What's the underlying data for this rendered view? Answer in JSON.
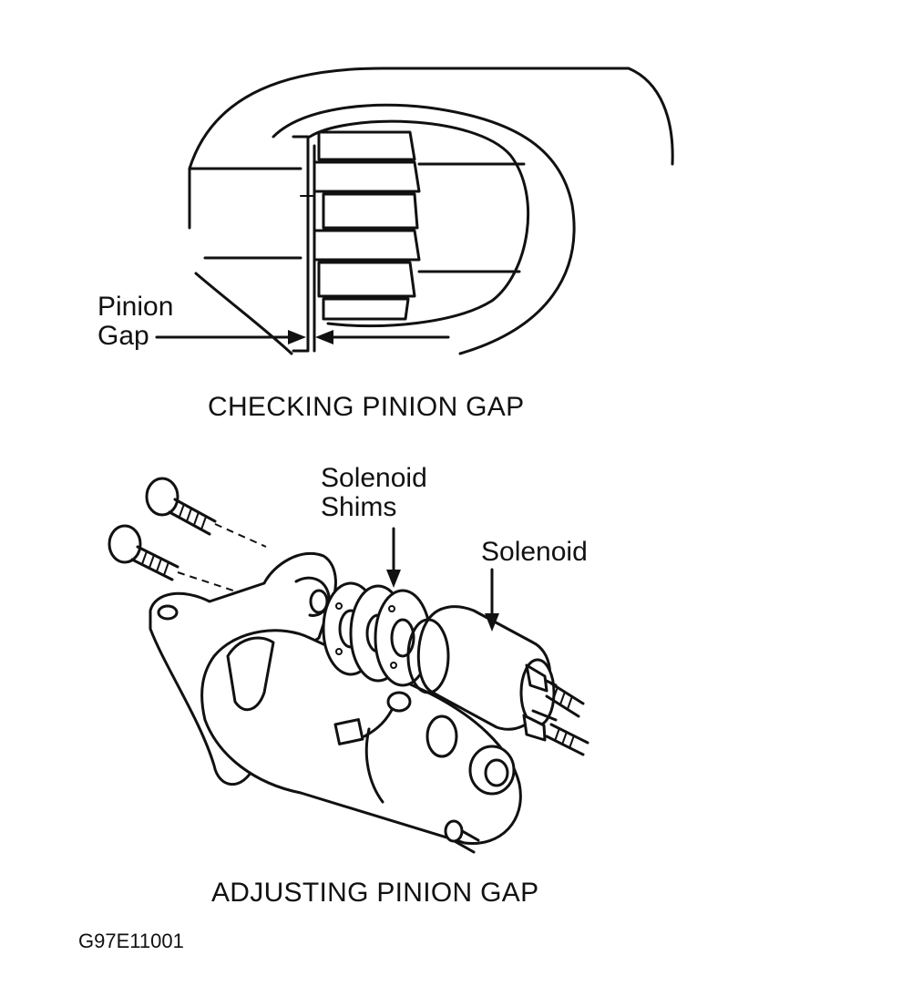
{
  "checking_view": {
    "callout_pinion_gap_line1": "Pinion",
    "callout_pinion_gap_line2": "Gap",
    "caption": "CHECKING PINION GAP"
  },
  "adjusting_view": {
    "callout_shims_line1": "Solenoid",
    "callout_shims_line2": "Shims",
    "callout_solenoid": "Solenoid",
    "caption": "ADJUSTING PINION GAP"
  },
  "figure_id": "G97E11001"
}
